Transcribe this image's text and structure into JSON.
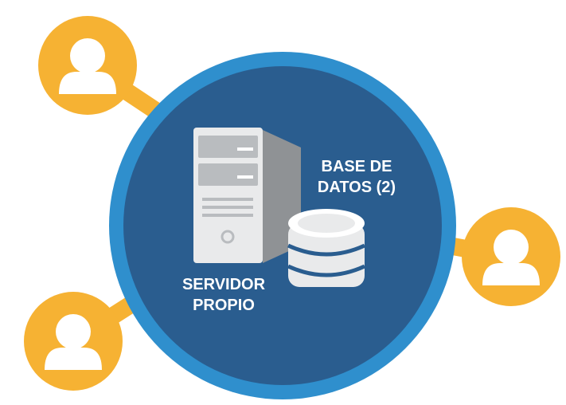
{
  "diagram": {
    "server_label": [
      "SERVIDOR",
      "PROPIO"
    ],
    "database_label": [
      "BASE DE",
      "DATOS (2)"
    ],
    "users": [
      {
        "name": "user-top-left"
      },
      {
        "name": "user-right"
      },
      {
        "name": "user-bottom-left"
      }
    ],
    "colors": {
      "outer_ring": "#2f8fcd",
      "inner_circle": "#2a5d8f",
      "user_orange": "#f6b233",
      "icon_white": "#ffffff",
      "server_gray": "#b9bcbf",
      "server_dark": "#8f9295"
    }
  }
}
